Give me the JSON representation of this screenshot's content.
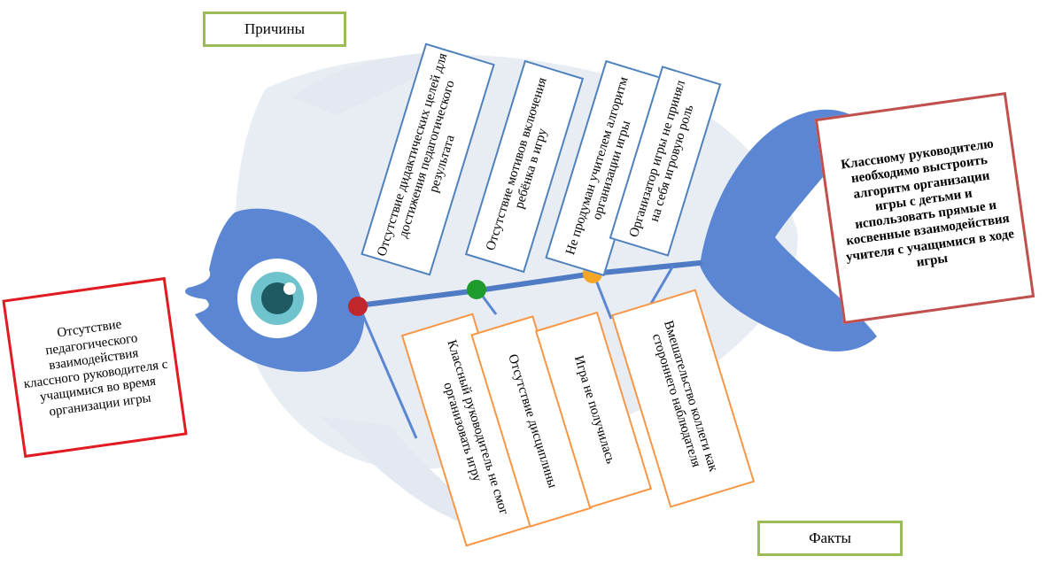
{
  "labels": {
    "causes": "Причины",
    "facts": "Факты"
  },
  "problem": "Отсутствие педагогического взаимодействия классного руководителя с учащимися во время организации игры",
  "solution": "Классному руководителю необходимо выстроить алгоритм организации игры с детьми и использовать прямые и косвенные взаимодействия учителя с учащимися в ходе игры",
  "causes": [
    "Отсутствие дидактических целей для достижения педагогического результата",
    "Отсутствие мотивов включения ребёнка в игру",
    "Не продуман учителем алгоритм организации игры",
    "Организатор игры не принял на себя игровую роль"
  ],
  "facts": [
    "Классный руководитель не смог организовать игру",
    "Отсутствие дисциплины",
    "Игра не получилась",
    "Вмешательство коллеги как стороннего наблюдателя"
  ],
  "colors": {
    "fish_body": "#e8ecf3",
    "fish_blue": "#5b86d4",
    "spine": "#4f7ac4",
    "node_red": "#c0272d",
    "node_green": "#1e9b2a",
    "node_orange": "#f5a623",
    "causes_border": "#4f81bd",
    "facts_border": "#f79646",
    "label_border": "#9bbb59",
    "problem_border": "#e01b22",
    "solution_border": "#c0504d"
  }
}
